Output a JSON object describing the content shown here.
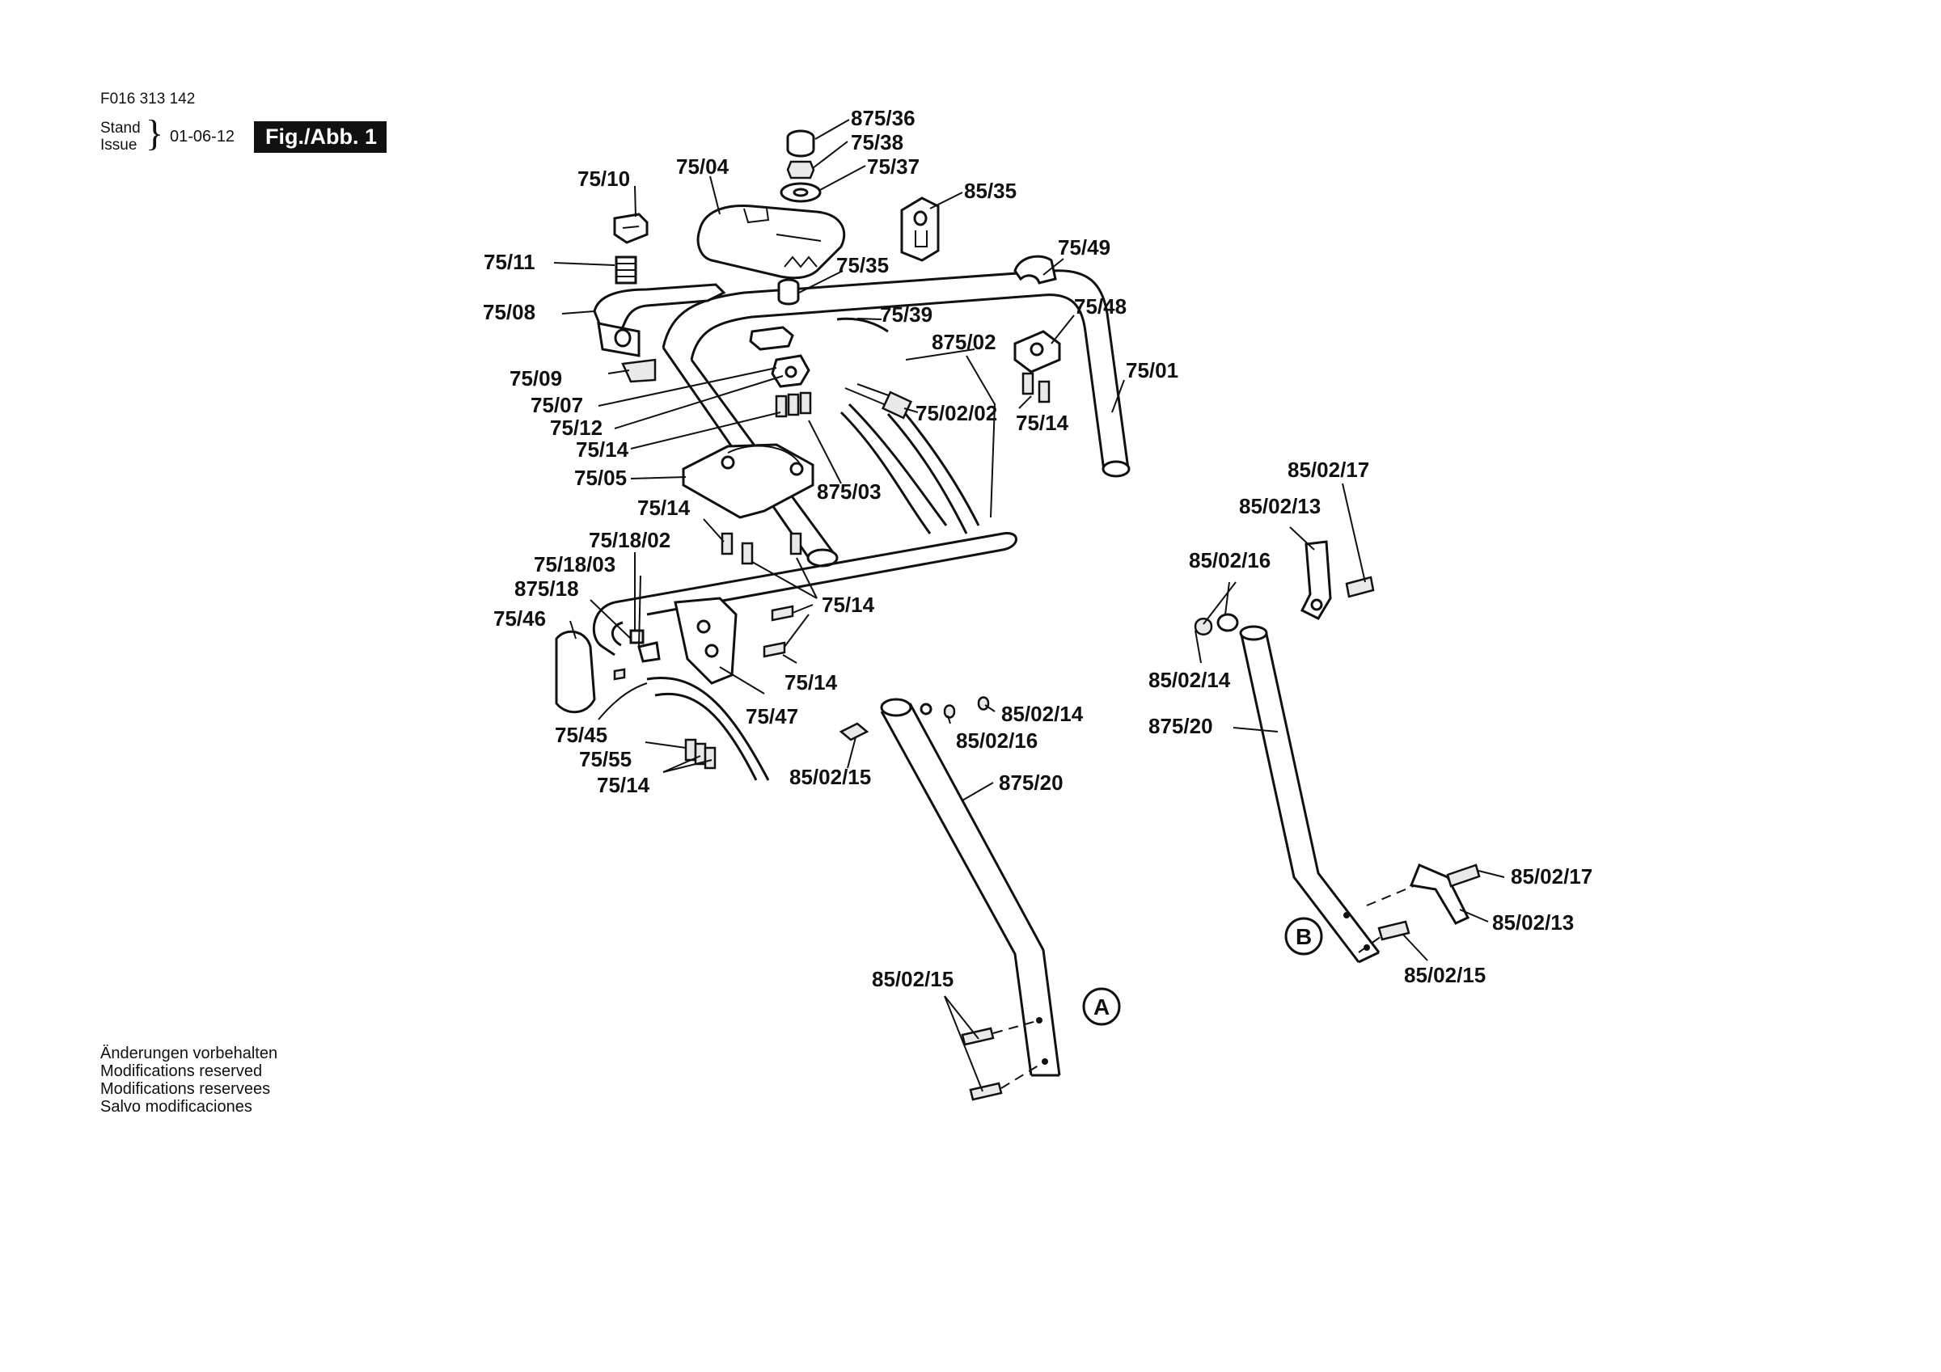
{
  "header": {
    "doc_number": "F016 313 142",
    "stand_label": "Stand",
    "issue_label": "Issue",
    "brace": "}",
    "date": "01-06-12",
    "figure_label": "Fig./Abb. 1"
  },
  "footer": {
    "notes": [
      "Änderungen vorbehalten",
      "Modifications reserved",
      "Modifications reservees",
      "Salvo modificaciones"
    ]
  },
  "parts": {
    "p875_36": "875/36",
    "p75_38": "75/38",
    "p75_37": "75/37",
    "p85_35": "85/35",
    "p75_04": "75/04",
    "p75_10": "75/10",
    "p75_11": "75/11",
    "p75_08": "75/08",
    "p75_35": "75/35",
    "p75_49": "75/49",
    "p75_39": "75/39",
    "p75_48": "75/48",
    "p875_02": "875/02",
    "p75_01": "75/01",
    "p75_09": "75/09",
    "p75_07": "75/07",
    "p75_12": "75/12",
    "p75_02_02": "75/02/02",
    "p75_14_a": "75/14",
    "p75_14_b": "75/14",
    "p75_05": "75/05",
    "p875_03": "875/03",
    "p75_14_c": "75/14",
    "p75_18_02": "75/18/02",
    "p75_18_03": "75/18/03",
    "p875_18": "875/18",
    "p75_46": "75/46",
    "p75_14_d": "75/14",
    "p75_14_e": "75/14",
    "p75_47": "75/47",
    "p75_45": "75/45",
    "p75_55": "75/55",
    "p75_14_f": "75/14",
    "p85_02_14_a": "85/02/14",
    "p85_02_16_a": "85/02/16",
    "p85_02_15_a": "85/02/15",
    "p875_20_a": "875/20",
    "p85_02_15_b": "85/02/15",
    "p85_02_17_a": "85/02/17",
    "p85_02_13_a": "85/02/13",
    "p85_02_16_b": "85/02/16",
    "p85_02_14_b": "85/02/14",
    "p875_20_b": "875/20",
    "p85_02_17_b": "85/02/17",
    "p85_02_13_b": "85/02/13",
    "p85_02_15_c": "85/02/15"
  },
  "callouts": {
    "a": "A",
    "b": "B"
  }
}
